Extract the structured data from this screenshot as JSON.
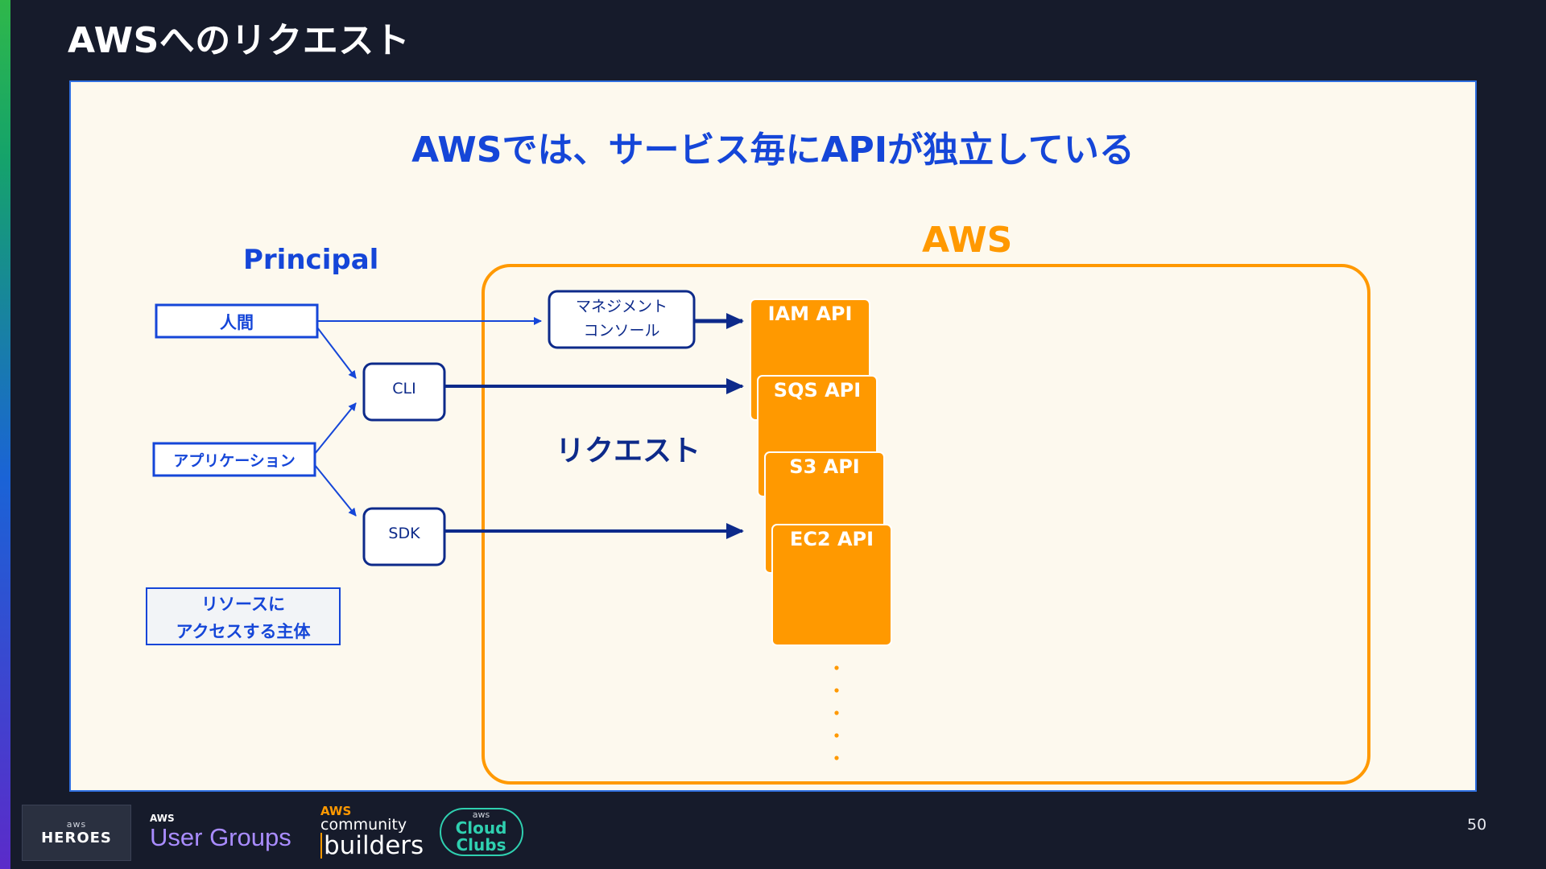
{
  "slide": {
    "title": "AWSへのリクエスト",
    "page_number": "50"
  },
  "diagram": {
    "headline": "AWSでは、サービス毎にAPIが独立している",
    "principal_label": "Principal",
    "aws_label": "AWS",
    "human_label": "人間",
    "application_label": "アプリケーション",
    "principal_desc_line1": "リソースに",
    "principal_desc_line2": "アクセスする主体",
    "console_line1": "マネジメント",
    "console_line2": "コンソール",
    "cli_label": "CLI",
    "sdk_label": "SDK",
    "request_label": "リクエスト",
    "api_cards": [
      "IAM API",
      "SQS API",
      "S3 API",
      "EC2 API"
    ],
    "colors": {
      "blue": "#1546d8",
      "navy": "#0d2a8a",
      "orange": "#ff9900",
      "panel_bg": "#fdf9ee"
    }
  },
  "footer": {
    "heroes_small": "aws",
    "heroes_big": "HEROES",
    "user_groups_small": "AWS",
    "user_groups_big": "User Groups",
    "community_aws": "AWS",
    "community_line1": "community",
    "community_line2": "builders",
    "cloud_clubs_small": "aws",
    "cloud_clubs_line1": "Cloud",
    "cloud_clubs_line2": "Clubs"
  }
}
